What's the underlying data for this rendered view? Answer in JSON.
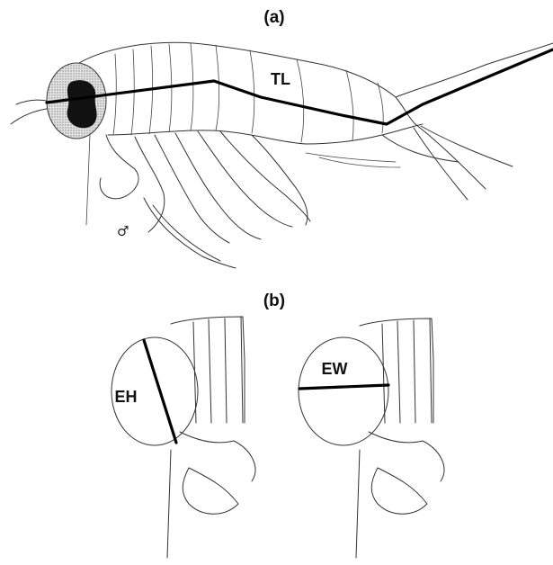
{
  "panels": {
    "a": {
      "label": "(a)",
      "total_length_label": "TL",
      "sex_symbol": "♂"
    },
    "b": {
      "label": "(b)",
      "eye_height_label": "EH",
      "eye_width_label": "EW"
    }
  },
  "colors": {
    "ink": "#333333",
    "measurement_line": "#000000",
    "eye_stipple": "#c8c8c8",
    "pigment": "#111111",
    "background": "#ffffff"
  }
}
